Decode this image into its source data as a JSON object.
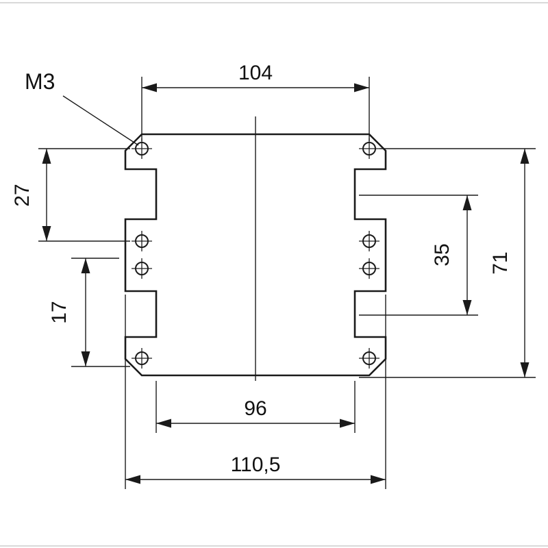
{
  "page": {
    "background": "#ffffff",
    "line_color": "#1a1a1a"
  },
  "drawing": {
    "type": "technical-dimension-drawing",
    "thread_label": "M3",
    "hole_count": 8,
    "hole_symbol": "crosshair-circle",
    "dimensions": {
      "top_hole_spacing": "104",
      "left_upper_offset": "27",
      "left_lower_offset": "17",
      "right_inner_spacing": "35",
      "right_overall_height": "71",
      "bottom_inner_width": "96",
      "bottom_overall_width": "110,5"
    }
  }
}
